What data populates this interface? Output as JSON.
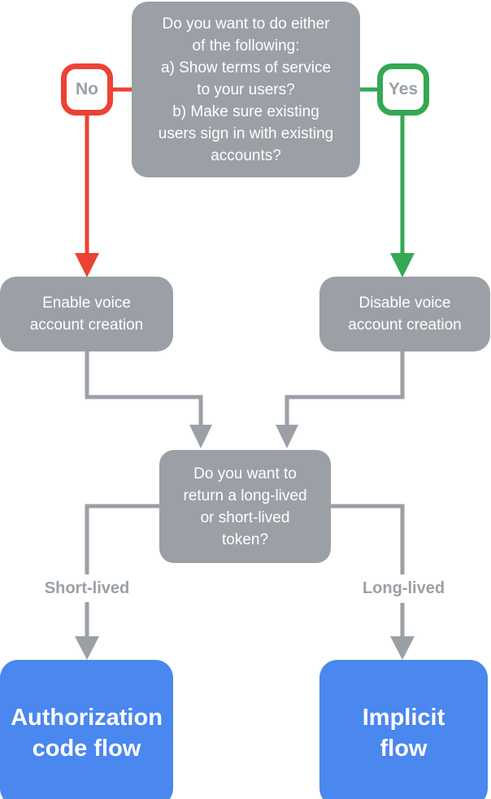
{
  "colors": {
    "canvas_bg": "#FFFFFF",
    "node_gray": "#9AA0A6",
    "connector_gray": "#9AA0A6",
    "text_on_gray": "#FFFFFF",
    "red": "#EA4335",
    "green": "#34A853",
    "blue": "#4A87EE",
    "text_on_blue": "#FFFFFF",
    "muted_gray_text": "#9AA0A6",
    "label_bg": "#FFFFFF"
  },
  "nodes": {
    "top_question": "Do you want to do either\nof the following:\na) Show terms of service\nto your users?\nb) Make sure existing\nusers sign in with existing\naccounts?",
    "no_label": "No",
    "yes_label": "Yes",
    "enable_node": "Enable voice\naccount creation",
    "disable_node": "Disable voice\naccount creation",
    "token_question": "Do you want to\nreturn a long-lived\nor short-lived\ntoken?",
    "short_lived_label": "Short-lived",
    "long_lived_label": "Long-lived",
    "auth_code_node": "Authorization\ncode flow",
    "implicit_node": "Implicit\nflow"
  }
}
